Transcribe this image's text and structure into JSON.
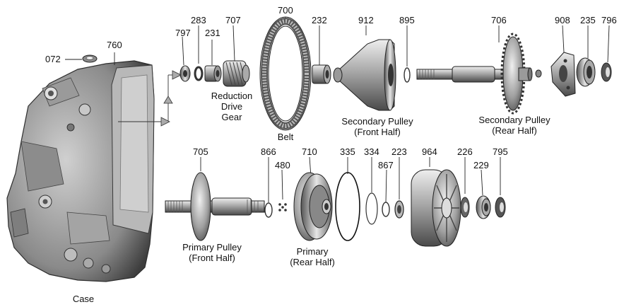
{
  "part_numbers": {
    "p072": "072",
    "p760": "760",
    "p797": "797",
    "p283": "283",
    "p231": "231",
    "p707": "707",
    "p700": "700",
    "p232": "232",
    "p912": "912",
    "p895": "895",
    "p706": "706",
    "p908": "908",
    "p235": "235",
    "p796": "796",
    "p705": "705",
    "p866": "866",
    "p480": "480",
    "p710": "710",
    "p335": "335",
    "p334": "334",
    "p867": "867",
    "p223": "223",
    "p964": "964",
    "p226": "226",
    "p229": "229",
    "p795": "795"
  },
  "captions": {
    "reduction_drive_gear": [
      "Reduction",
      "Drive",
      "Gear"
    ],
    "belt": "Belt",
    "secondary_front": [
      "Secondary Pulley",
      "(Front Half)"
    ],
    "secondary_rear": [
      "Secondary Pulley",
      "(Rear Half)"
    ],
    "primary_front": [
      "Primary Pulley",
      "(Front Half)"
    ],
    "primary_rear": [
      "Primary",
      "(Rear Half)"
    ],
    "case": "Case"
  },
  "colors": {
    "metal_dark": "#5a5a5a",
    "metal_mid": "#9a9a9a",
    "metal_light": "#d8d8d8",
    "line": "#333333"
  }
}
